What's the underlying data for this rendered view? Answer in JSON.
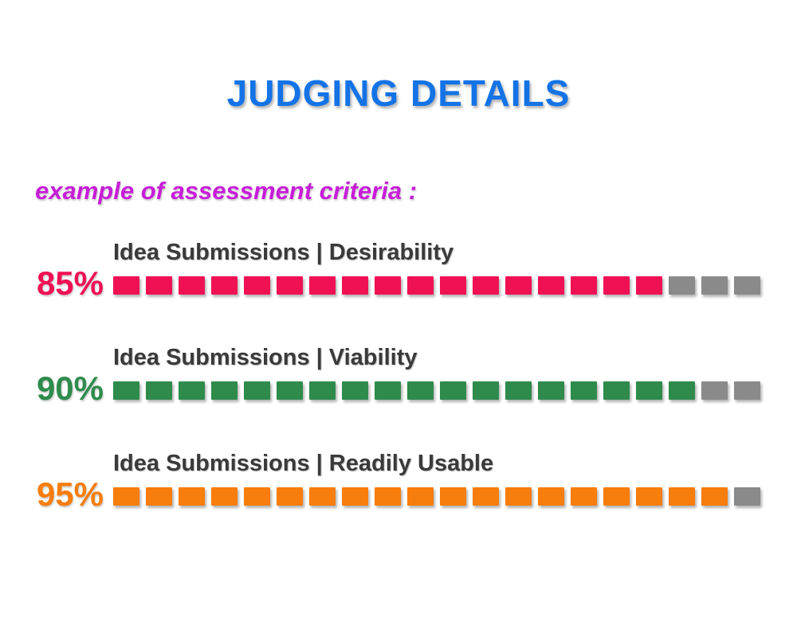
{
  "page": {
    "background": "#FFFFFF"
  },
  "title": {
    "text": "JUDGING DETAILS",
    "color": "#1473E6"
  },
  "subtitle": {
    "text": "example of assessment criteria :",
    "color": "#C71DD8"
  },
  "chart_data": {
    "type": "bar",
    "title": "JUDGING DETAILS",
    "subtitle": "example of assessment criteria :",
    "categories": [
      "Idea Submissions | Desirability",
      "Idea Submissions | Viability",
      "Idea Submissions | Readily Usable"
    ],
    "values": [
      85,
      90,
      95
    ],
    "value_labels": [
      "85%",
      "90%",
      "95%"
    ],
    "colors": [
      "#F01155",
      "#2E8B4C",
      "#F77D0C"
    ],
    "remainder_color": "#8A8A8A",
    "label_color": "#3A3A3A",
    "segments_total": 20,
    "segments_filled": [
      17,
      18,
      19
    ],
    "xlim": [
      0,
      100
    ],
    "orientation": "horizontal",
    "grid": false,
    "legend": false
  }
}
